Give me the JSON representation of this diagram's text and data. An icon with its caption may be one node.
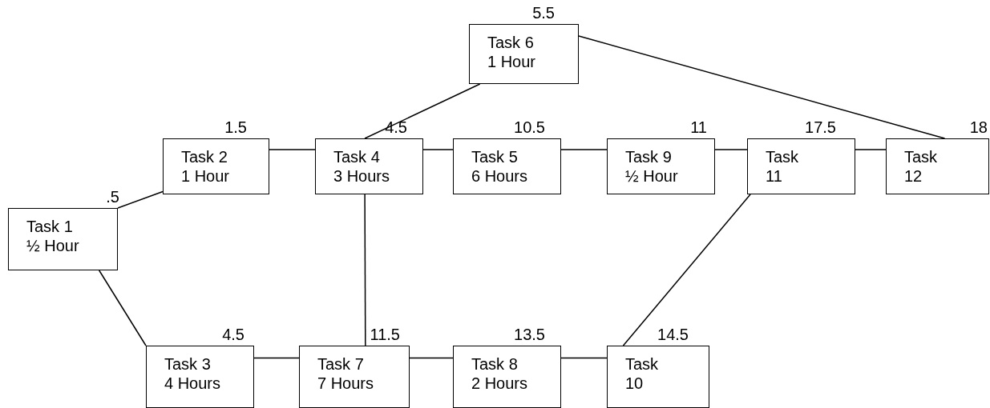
{
  "diagram": {
    "nodes": [
      {
        "text": [
          "Task 1",
          "½ Hour"
        ],
        "beside": [
          ".5"
        ]
      },
      {
        "text": [
          "Task 2",
          "1 Hour"
        ],
        "beside": [
          "1.5"
        ]
      },
      {
        "text": [
          "Task 3",
          "4 Hours"
        ],
        "beside": [
          "4.5"
        ]
      },
      {
        "text": [
          "Task 4",
          "3 Hours"
        ],
        "beside": [
          "4.5"
        ]
      },
      {
        "text": [
          "Task 5",
          "6 Hours"
        ],
        "beside": [
          "10.5"
        ]
      },
      {
        "text": [
          "Task 6",
          "1 Hour"
        ],
        "beside": [
          "5.5"
        ]
      },
      {
        "text": [
          "Task 7",
          "7 Hours"
        ],
        "beside": [
          "11.5"
        ]
      },
      {
        "text": [
          "Task 8",
          "2 Hours"
        ],
        "beside": [
          "13.5"
        ]
      },
      {
        "text": [
          "Task 9",
          "½ Hour"
        ],
        "beside": [
          "11"
        ]
      },
      {
        "text": [
          "Task 10"
        ],
        "beside": [
          "14.5"
        ]
      },
      {
        "text": [
          "Task 11"
        ],
        "beside": [
          "17.5"
        ]
      },
      {
        "text": [
          "Task 12"
        ],
        "beside": [
          "18"
        ]
      }
    ],
    "edges": [
      {
        "from": 0,
        "to": 1,
        "arrow": "none"
      },
      {
        "from": 0,
        "to": 2,
        "arrow": "none"
      },
      {
        "from": 1,
        "to": 3,
        "arrow": "none"
      },
      {
        "from": 3,
        "to": 5,
        "arrow": "none"
      },
      {
        "from": 3,
        "to": 4,
        "arrow": "none"
      },
      {
        "from": 3,
        "to": 6,
        "arrow": "none"
      },
      {
        "from": 4,
        "to": 8,
        "arrow": "none"
      },
      {
        "from": 8,
        "to": 10,
        "arrow": "none"
      },
      {
        "from": 10,
        "to": 11,
        "arrow": "none"
      },
      {
        "from": 5,
        "to": 11,
        "arrow": "none"
      },
      {
        "from": 2,
        "to": 6,
        "arrow": "none"
      },
      {
        "from": 6,
        "to": 7,
        "arrow": "none"
      },
      {
        "from": 7,
        "to": 9,
        "arrow": "none"
      },
      {
        "from": 9,
        "to": 10,
        "arrow": "none"
      }
    ]
  }
}
